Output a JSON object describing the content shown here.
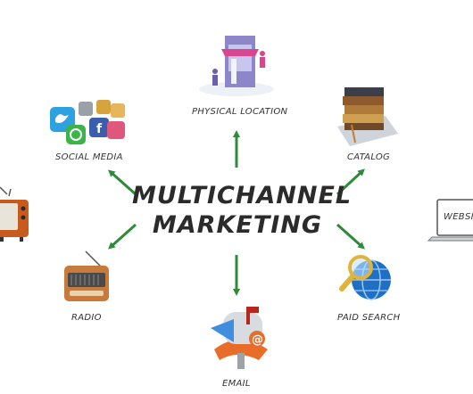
{
  "center": {
    "line1": "MULTICHANNEL",
    "line2": "MARKETING"
  },
  "channels": {
    "physical_location": "PHYSICAL LOCATION",
    "social_media": "SOCIAL MEDIA",
    "catalog": "CATALOG",
    "website": "WEBSITE",
    "paid_search": "PAID SEARCH",
    "email": "EMAIL",
    "radio": "RADIO"
  },
  "colors": {
    "arrow": "#2e8b3a",
    "text": "#2b2b2b"
  }
}
